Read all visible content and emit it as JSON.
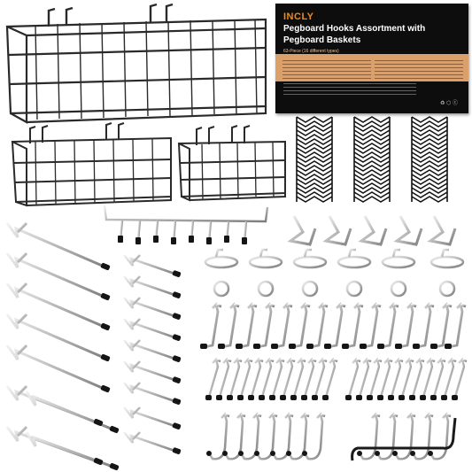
{
  "packaging": {
    "brand": "INCLY",
    "title": "Pegboard Hooks Assortment with Pegboard Baskets",
    "count_line": "63-Piece (16 different types)"
  },
  "colors": {
    "background": "#ffffff",
    "wire": "#2a2a2a",
    "metal": "#c8c8c8",
    "metal_shade": "#8a8a8a",
    "tip": "#151515",
    "box": "#0d0d0d",
    "accent": "#f08a1e",
    "panel": "#dba06a"
  }
}
